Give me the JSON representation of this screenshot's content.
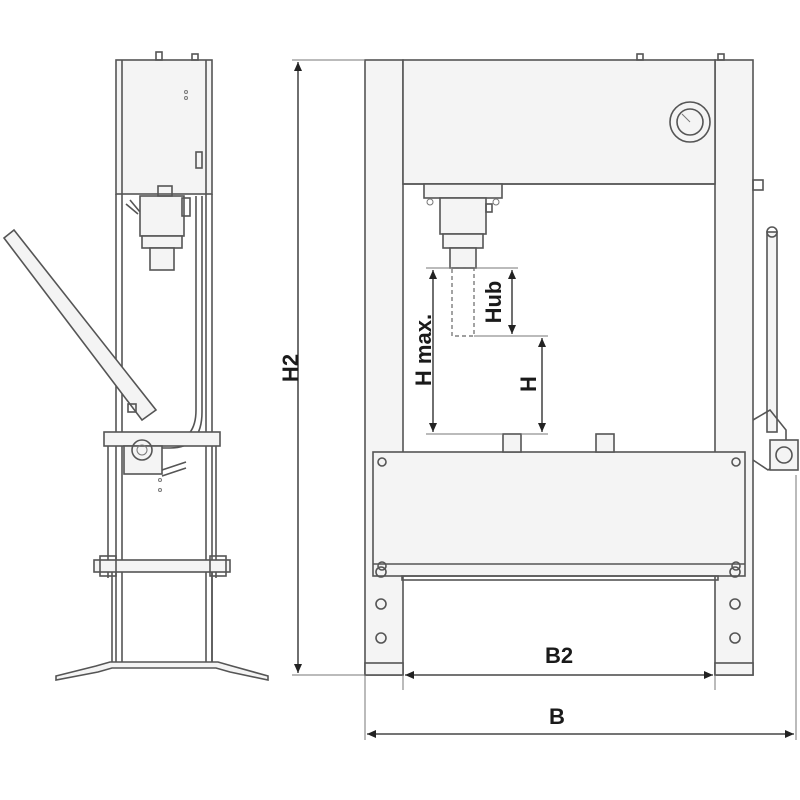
{
  "labels": {
    "h2": "H2",
    "h_max": "H max.",
    "h": "H",
    "hub": "Hub",
    "b2": "B2",
    "b": "B"
  },
  "colors": {
    "line": "#555555",
    "dimension": "#222222",
    "fill": "#f4f4f4"
  }
}
